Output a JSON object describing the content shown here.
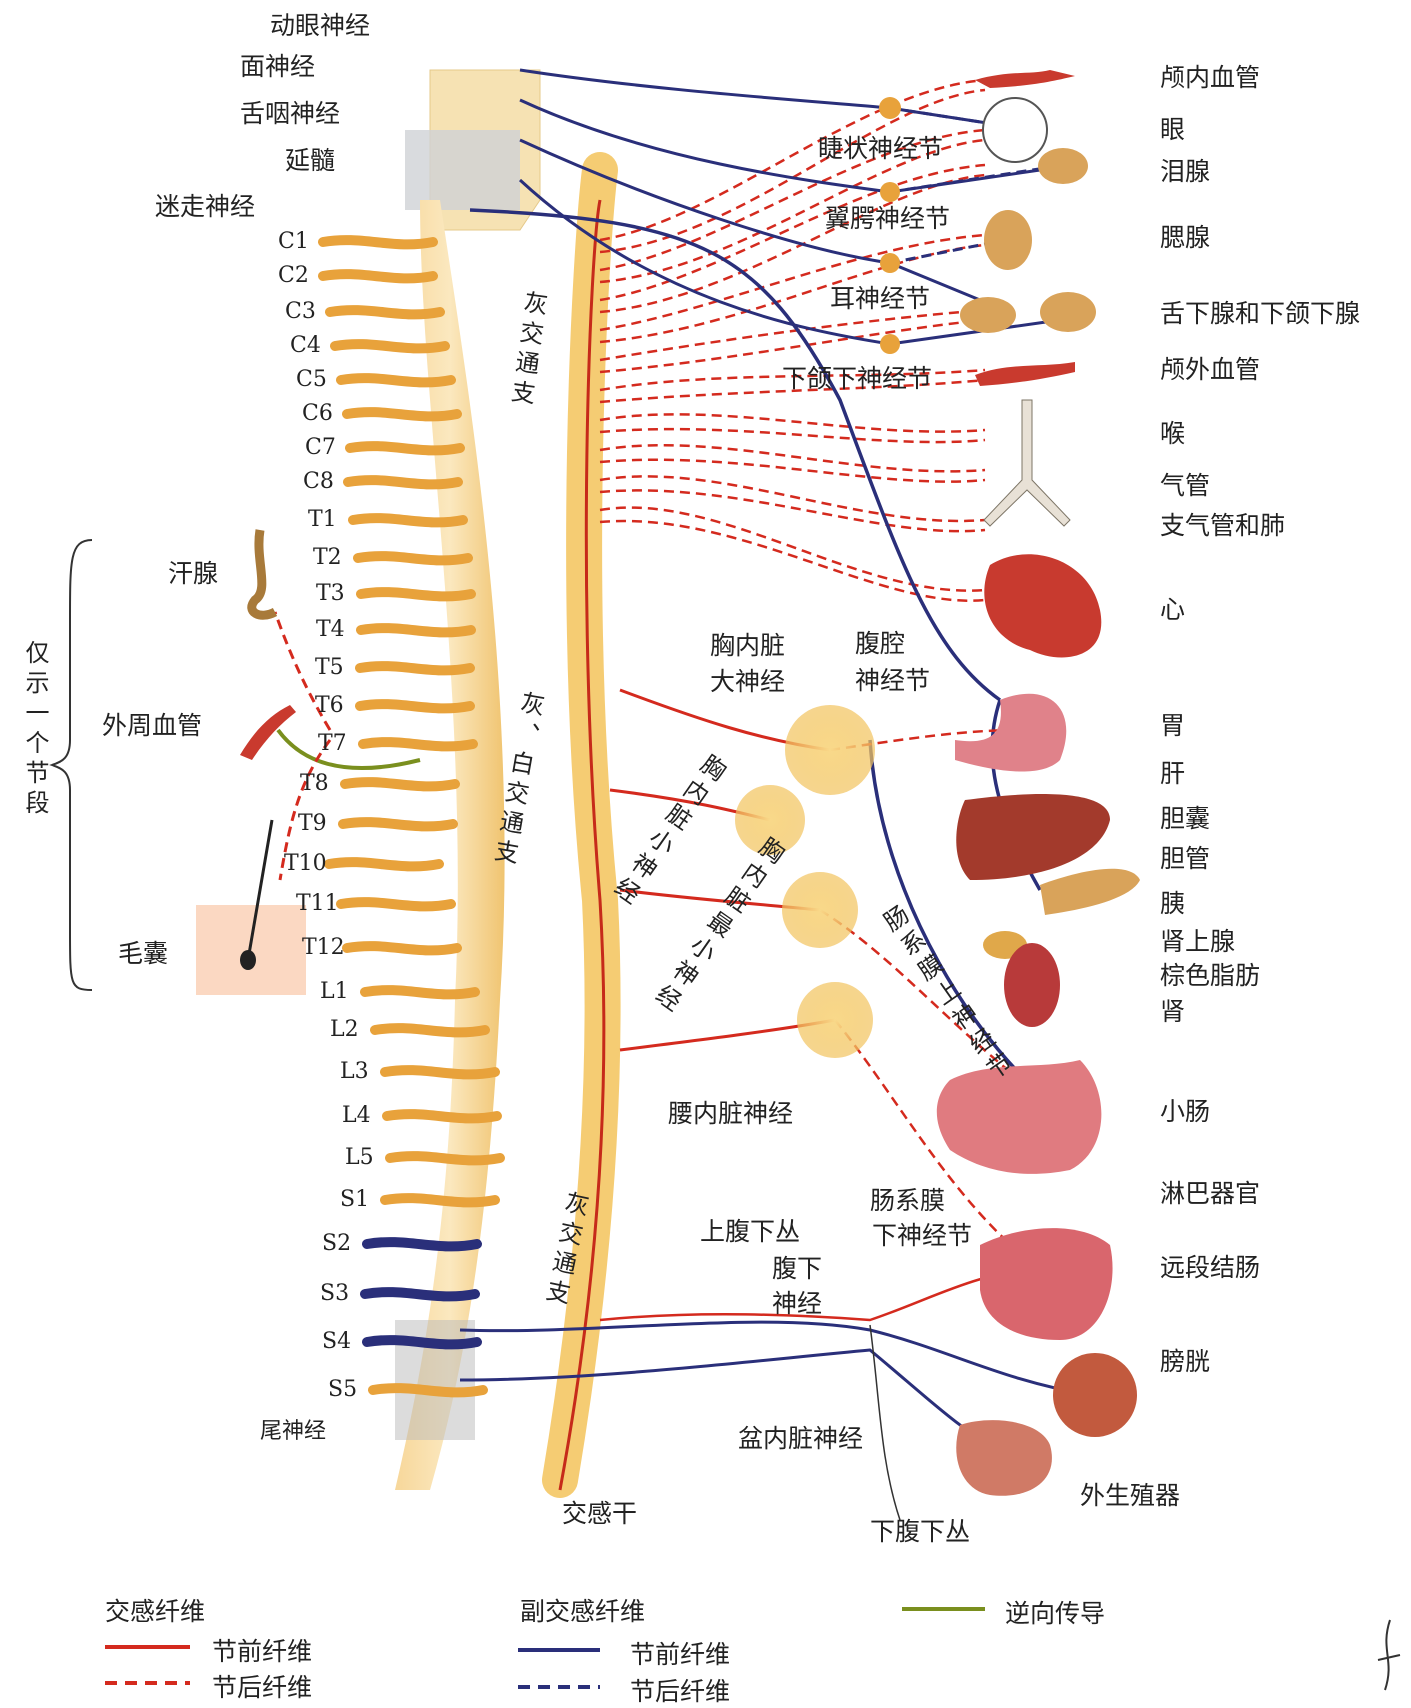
{
  "cranial_nerves": [
    "动眼神经",
    "面神经",
    "舌咽神经",
    "延髓",
    "迷走神经"
  ],
  "segments": [
    "C1",
    "C2",
    "C3",
    "C4",
    "C5",
    "C6",
    "C7",
    "C8",
    "T1",
    "T2",
    "T3",
    "T4",
    "T5",
    "T6",
    "T7",
    "T8",
    "T9",
    "T10",
    "T11",
    "T12",
    "L1",
    "L2",
    "L3",
    "L4",
    "L5",
    "S1",
    "S2",
    "S3",
    "S4",
    "S5",
    "尾神经"
  ],
  "left_side": {
    "bracket_label": "仅示一个节段",
    "sweat_gland": "汗腺",
    "peripheral_vessel": "外周血管",
    "hair_follicle": "毛囊"
  },
  "ganglia": {
    "ciliary": "睫状神经节",
    "pterygopalatine": "翼腭神经节",
    "otic": "耳神经节",
    "submandibular": "下颌下神经节"
  },
  "middle_labels": {
    "greater_splanchnic_1": "胸内脏",
    "greater_splanchnic_2": "大神经",
    "celiac_1": "腹腔",
    "celiac_2": "神经节",
    "gray_ramus_top": "灰交通支",
    "white_gray_ramus": "灰、白交通支",
    "lesser_splanchnic": "胸内脏小神经",
    "least_splanchnic": "胸内脏最小神经",
    "superior_mesenteric": "肠系膜上神经节",
    "lumbar_splanchnic": "腰内脏神经",
    "inferior_mesenteric_1": "肠系膜",
    "inferior_mesenteric_2": "下神经节",
    "superior_hypogastric": "上腹下丛",
    "hypogastric_1": "腹下",
    "hypogastric_2": "神经",
    "gray_ramus_bottom": "灰交通支",
    "pelvic_splanchnic": "盆内脏神经",
    "sympathetic_trunk": "交感干",
    "inferior_hypogastric": "下腹下丛"
  },
  "organs": [
    "颅内血管",
    "眼",
    "泪腺",
    "腮腺",
    "舌下腺和下颌下腺",
    "颅外血管",
    "喉",
    "气管",
    "支气管和肺",
    "心",
    "胃",
    "肝",
    "胆囊",
    "胆管",
    "胰",
    "肾上腺",
    "棕色脂肪",
    "肾",
    "小肠",
    "淋巴器官",
    "远段结肠",
    "膀胱",
    "外生殖器"
  ],
  "legend": {
    "sympathetic_title": "交感纤维",
    "sym_pre": "节前纤维",
    "sym_post": "节后纤维",
    "parasympathetic_title": "副交感纤维",
    "para_pre": "节前纤维",
    "para_post": "节后纤维",
    "antidromic": "逆向传导"
  },
  "colors": {
    "sympathetic": "#d42a1e",
    "parasympathetic": "#2a2f7a",
    "antidromic": "#7a8f1e",
    "spine": "#f2c46a",
    "organ": "#c8453a"
  }
}
